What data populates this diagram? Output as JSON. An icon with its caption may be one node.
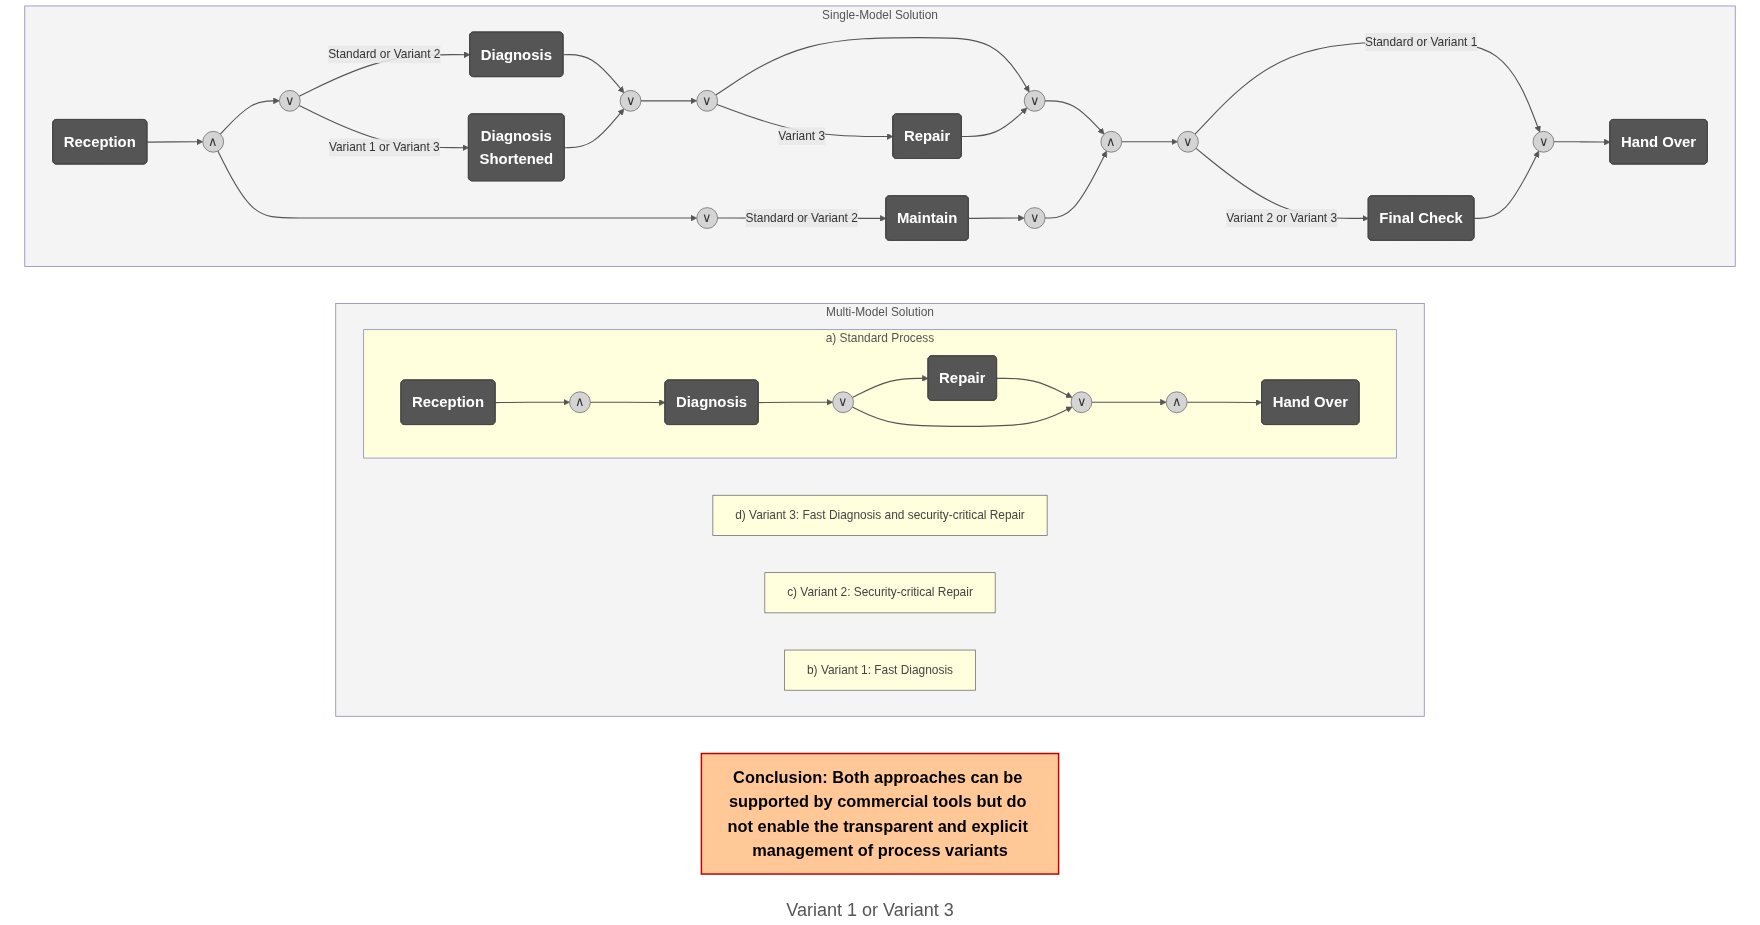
{
  "diagram": {
    "nodes": [
      {
        "text": [
          "Multi-Model Solution"
        ]
      },
      {
        "text": [
          "d) Variant 3: Fast Diagnosis and security-critical Repair"
        ],
        "in": 0
      },
      {
        "text": [
          "c) Variant 2: Security-critical Repair"
        ],
        "in": 0
      },
      {
        "text": [
          "b) Variant 1: Fast Diagnosis"
        ],
        "in": 0
      },
      {
        "text": [
          "a) Standard Process"
        ],
        "in": 0
      },
      {
        "text": [
          "Reception"
        ],
        "in": 4
      },
      {
        "text": [
          "∧"
        ],
        "in": 4
      },
      {
        "text": [
          "Diagnosis"
        ],
        "in": 4
      },
      {
        "text": [
          "∨"
        ],
        "in": 4
      },
      {
        "text": [
          "Repair"
        ],
        "in": 4
      },
      {
        "text": [
          "∨"
        ],
        "in": 4
      },
      {
        "text": [
          "∧"
        ],
        "in": 4
      },
      {
        "text": [
          "Hand Over"
        ],
        "in": 4
      },
      {
        "text": [
          "Conclusion: Both approaches can be supported by commercial tools but do not enable the transparent and explicit management of process variants"
        ]
      },
      {
        "text": [
          "Single-Model Solution"
        ]
      },
      {
        "text": [
          "Reception"
        ],
        "in": 14
      },
      {
        "text": [
          "∧"
        ],
        "in": 14
      },
      {
        "text": [
          "∨"
        ],
        "in": 14
      },
      {
        "text": [
          "Diagnosis"
        ],
        "in": 14
      },
      {
        "text": [
          "Diagnosis",
          "Shortened"
        ],
        "in": 14
      },
      {
        "text": [
          "∨"
        ],
        "in": 14
      },
      {
        "text": [
          "∨"
        ],
        "in": 14
      },
      {
        "text": [
          "Repair"
        ],
        "in": 14
      },
      {
        "text": [
          "∨"
        ],
        "in": 14
      },
      {
        "text": [
          "∨"
        ],
        "in": 14
      },
      {
        "text": [
          "Maintain"
        ],
        "in": 14
      },
      {
        "text": [
          "∨"
        ],
        "in": 14
      },
      {
        "text": [
          "∧"
        ],
        "in": 14
      },
      {
        "text": [
          "∨"
        ],
        "in": 14
      },
      {
        "text": [
          "Final Check"
        ],
        "in": 14
      },
      {
        "text": [
          "∨"
        ],
        "in": 14
      },
      {
        "text": [
          "Hand Over"
        ],
        "in": 14
      }
    ],
    "edges": [
      {
        "from": 5,
        "to": 6,
        "arrow": "to"
      },
      {
        "from": 6,
        "to": 7,
        "arrow": "to"
      },
      {
        "from": 7,
        "to": 8,
        "arrow": "to"
      },
      {
        "from": 8,
        "to": 9,
        "arrow": "to"
      },
      {
        "from": 9,
        "to": 10,
        "arrow": "to"
      },
      {
        "from": 8,
        "to": 10,
        "arrow": "to"
      },
      {
        "from": 10,
        "to": 11,
        "arrow": "to"
      },
      {
        "from": 11,
        "to": 12,
        "arrow": "to"
      },
      {
        "from": 15,
        "to": 16,
        "arrow": "to"
      },
      {
        "from": 16,
        "to": 17,
        "arrow": "to"
      },
      {
        "from": 16,
        "to": 24,
        "arrow": "to"
      },
      {
        "from": 17,
        "to": 18,
        "arrow": "to",
        "label": "Standard or Variant 2"
      },
      {
        "from": 17,
        "to": 19,
        "arrow": "to",
        "label": "Variant 1 or Variant 3"
      },
      {
        "from": 18,
        "to": 20,
        "arrow": "to"
      },
      {
        "from": 19,
        "to": 20,
        "arrow": "to"
      },
      {
        "from": 20,
        "to": 21,
        "arrow": "to"
      },
      {
        "from": 21,
        "to": 22,
        "arrow": "to",
        "label": "Variant 3"
      },
      {
        "from": 21,
        "to": 23,
        "arrow": "to"
      },
      {
        "from": 22,
        "to": 23,
        "arrow": "to"
      },
      {
        "from": 24,
        "to": 25,
        "arrow": "to",
        "label": "Standard or Variant 2"
      },
      {
        "from": 25,
        "to": 26,
        "arrow": "to"
      },
      {
        "from": 23,
        "to": 27,
        "arrow": "to"
      },
      {
        "from": 26,
        "to": 27,
        "arrow": "to"
      },
      {
        "from": 27,
        "to": 28,
        "arrow": "to"
      },
      {
        "from": 28,
        "to": 29,
        "arrow": "to",
        "label": "Variant 2 or Variant 3"
      },
      {
        "from": 28,
        "to": 30,
        "arrow": "to",
        "label": "Standard or Variant 1"
      },
      {
        "from": 29,
        "to": 30,
        "arrow": "to"
      },
      {
        "from": 30,
        "to": 31,
        "arrow": "to"
      }
    ],
    "labels": [
      "Variant 1 or Variant 3"
    ]
  }
}
